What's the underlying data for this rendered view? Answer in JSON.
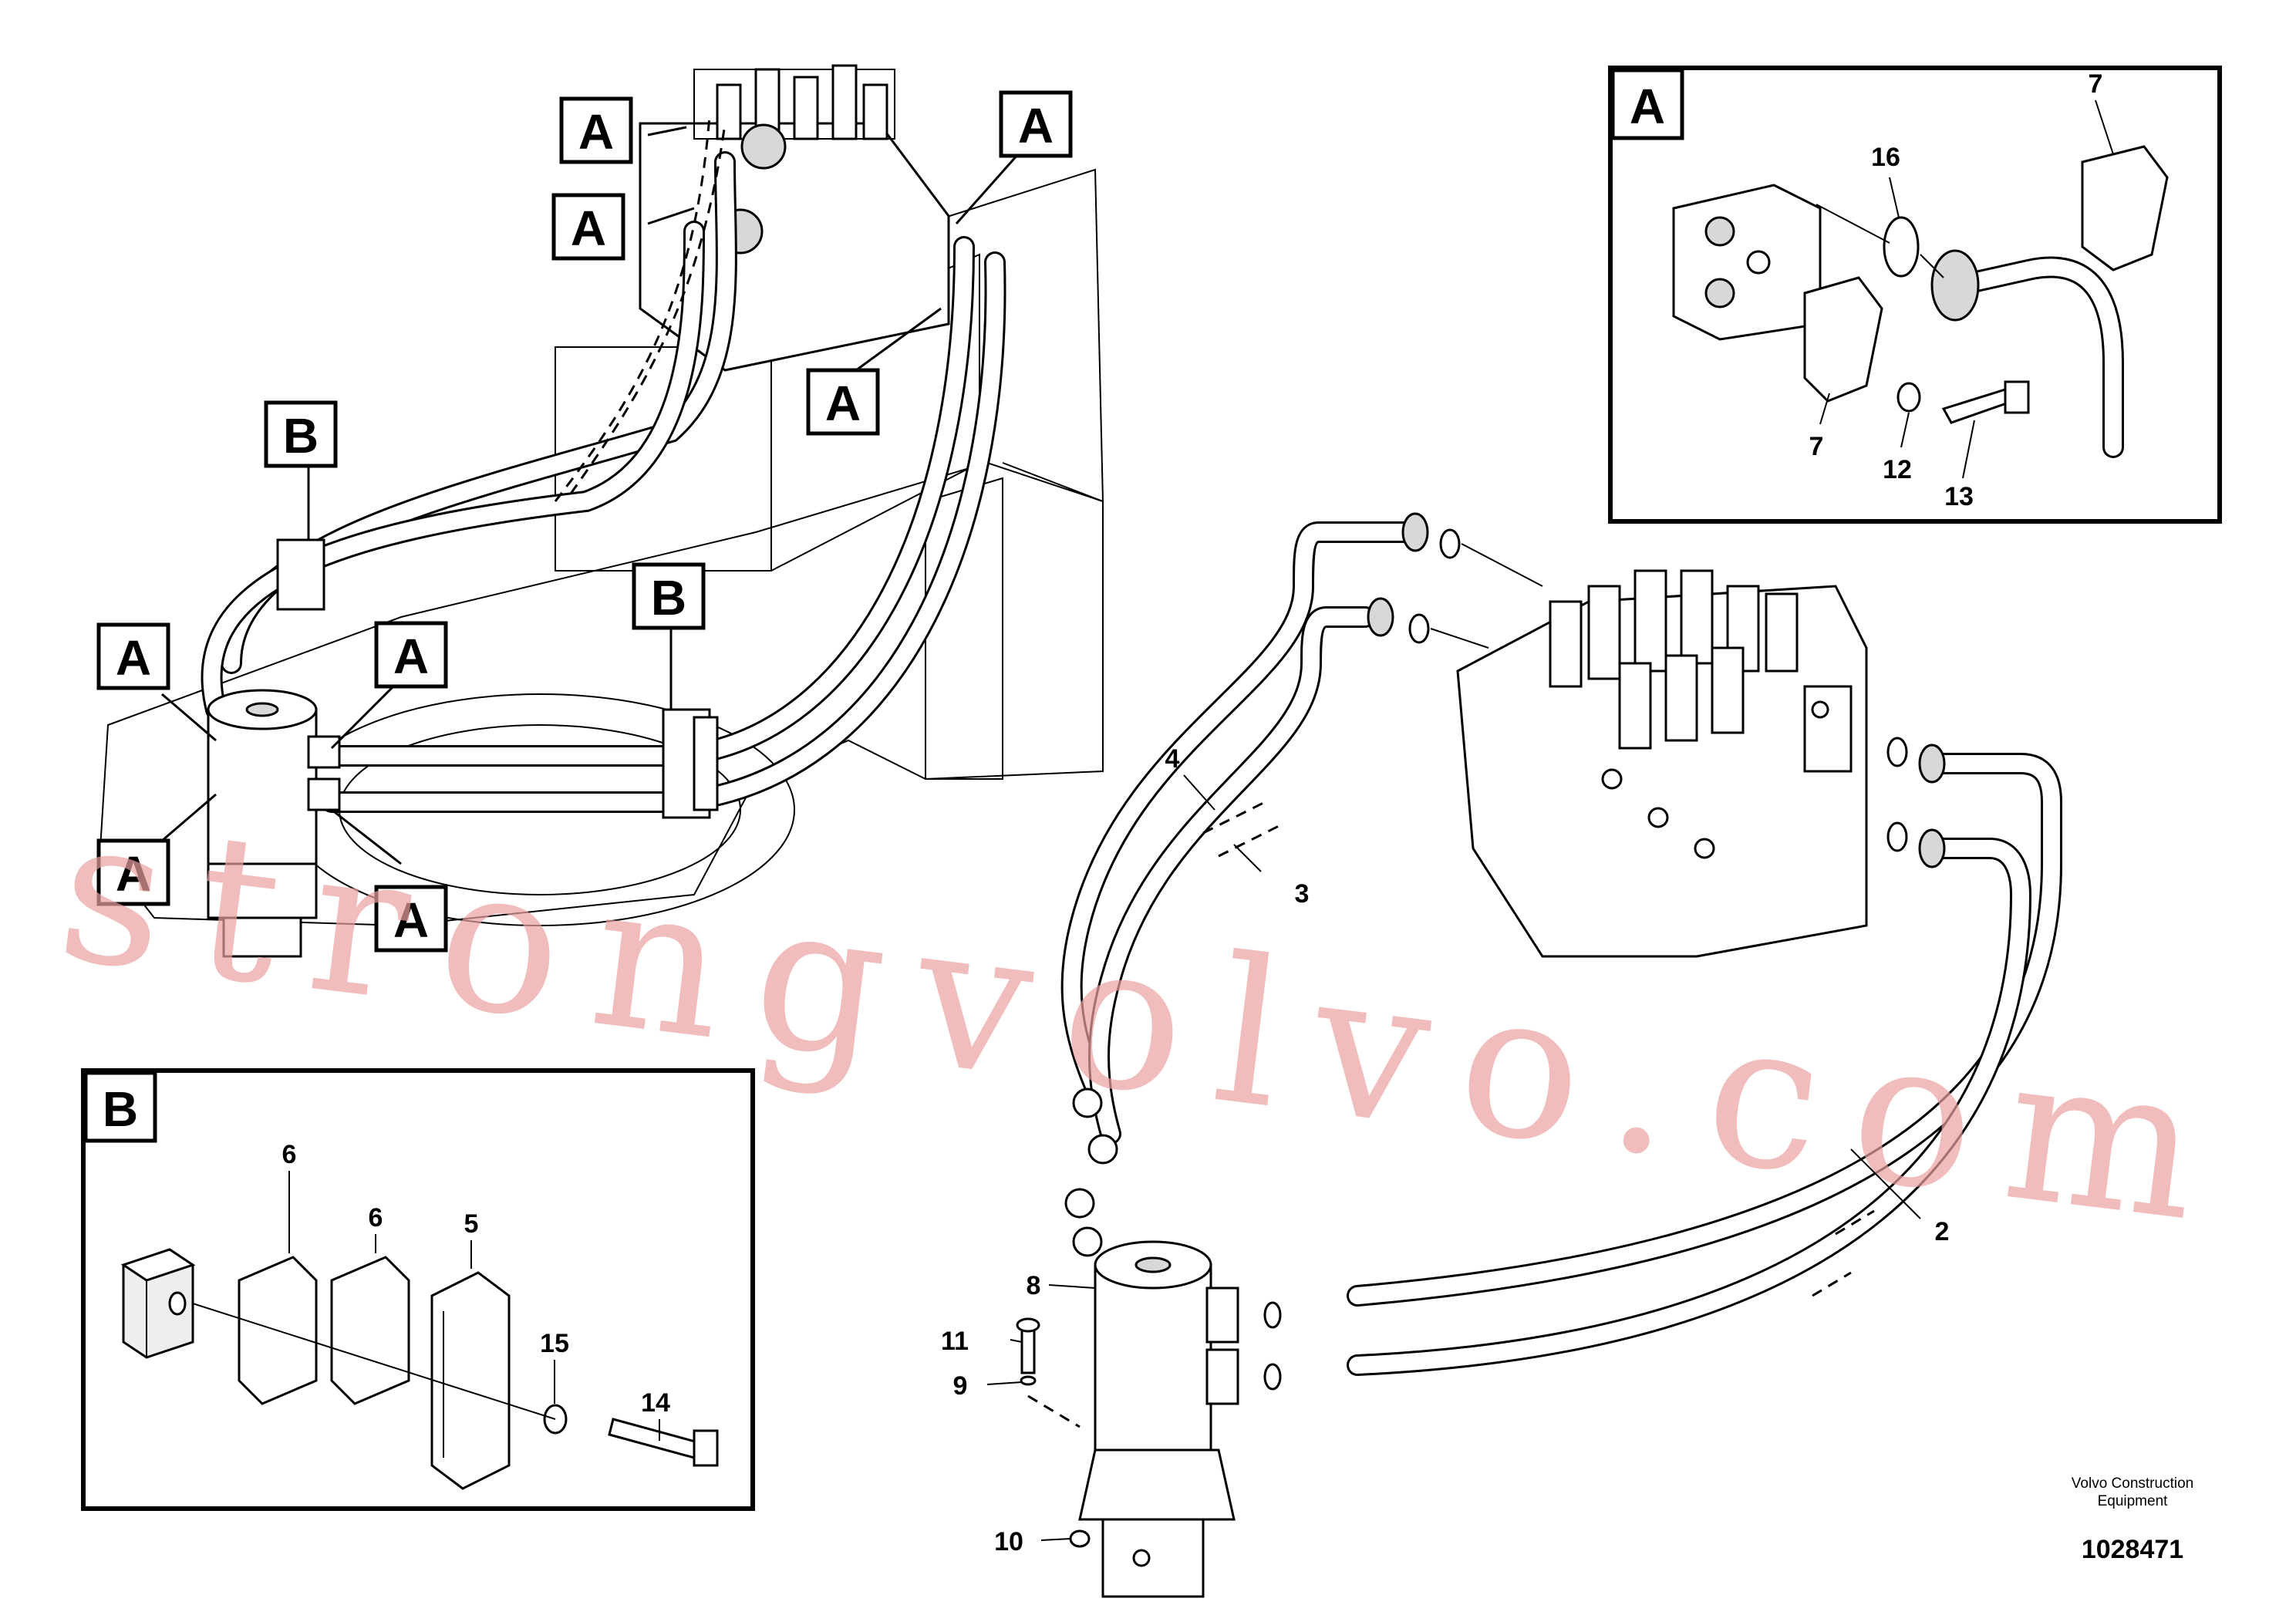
{
  "main_view": {
    "callouts_A": [
      "A",
      "A",
      "A",
      "A",
      "A",
      "A",
      "A"
    ],
    "callouts_B": [
      "B",
      "B"
    ]
  },
  "detail_A": {
    "tag": "A",
    "numbers": [
      "7",
      "16",
      "7",
      "12",
      "13"
    ]
  },
  "detail_B": {
    "tag": "B",
    "numbers": [
      "6",
      "6",
      "5",
      "15",
      "14"
    ]
  },
  "right_view": {
    "numbers": [
      "4",
      "3",
      "2",
      "8",
      "11",
      "9",
      "10"
    ]
  },
  "footer": {
    "company_line1": "Volvo Construction",
    "company_line2": "Equipment",
    "document_number": "1028471"
  },
  "watermark": "strongvolvo.com"
}
